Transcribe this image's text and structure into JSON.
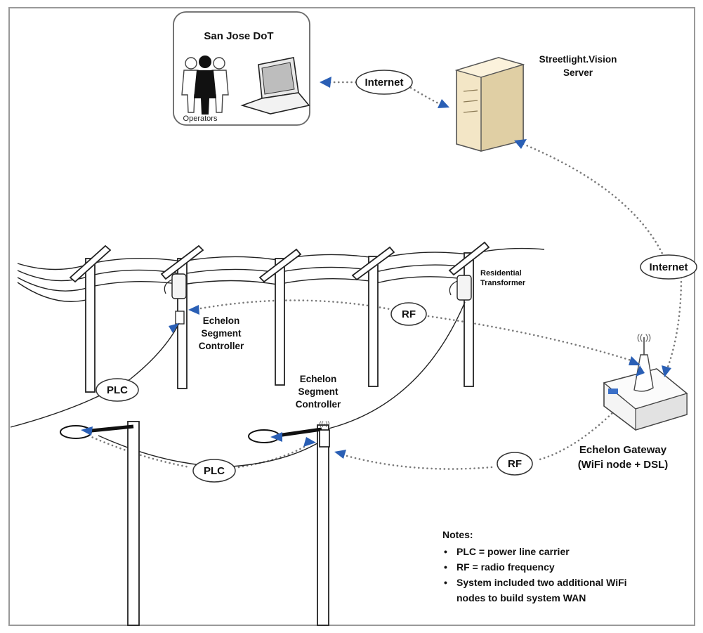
{
  "labels": {
    "dot_title": "San Jose DoT",
    "operators": "Operators",
    "server_line1": "Streetlight.Vision",
    "server_line2": "Server",
    "residential_line1": "Residential",
    "residential_line2": "Transformer",
    "seg_ctrl_upper": [
      "Echelon",
      "Segment",
      "Controller"
    ],
    "seg_ctrl_lower": [
      "Echelon",
      "Segment",
      "Controller"
    ],
    "gateway_line1": "Echelon Gateway",
    "gateway_line2": "(WiFi node + DSL)"
  },
  "clouds": {
    "internet_top": "Internet",
    "internet_right": "Internet",
    "rf_upper": "RF",
    "rf_lower": "RF",
    "plc_left": "PLC",
    "plc_lower": "PLC"
  },
  "notes": {
    "title": "Notes:",
    "items": [
      "PLC = power line carrier",
      "RF = radio frequency",
      "System included two additional WiFi",
      "nodes to build system WAN"
    ]
  },
  "colors": {
    "arrow": "#2a5fb5",
    "link_dots": "#7a7a7a",
    "server_body": "#efe2c0"
  },
  "icons": [
    "operators-icon",
    "laptop-icon",
    "server-icon",
    "gateway-router-icon",
    "antenna-icon",
    "transformer-icon",
    "streetlight-icon",
    "utility-pole-icon",
    "segment-controller-icon"
  ]
}
